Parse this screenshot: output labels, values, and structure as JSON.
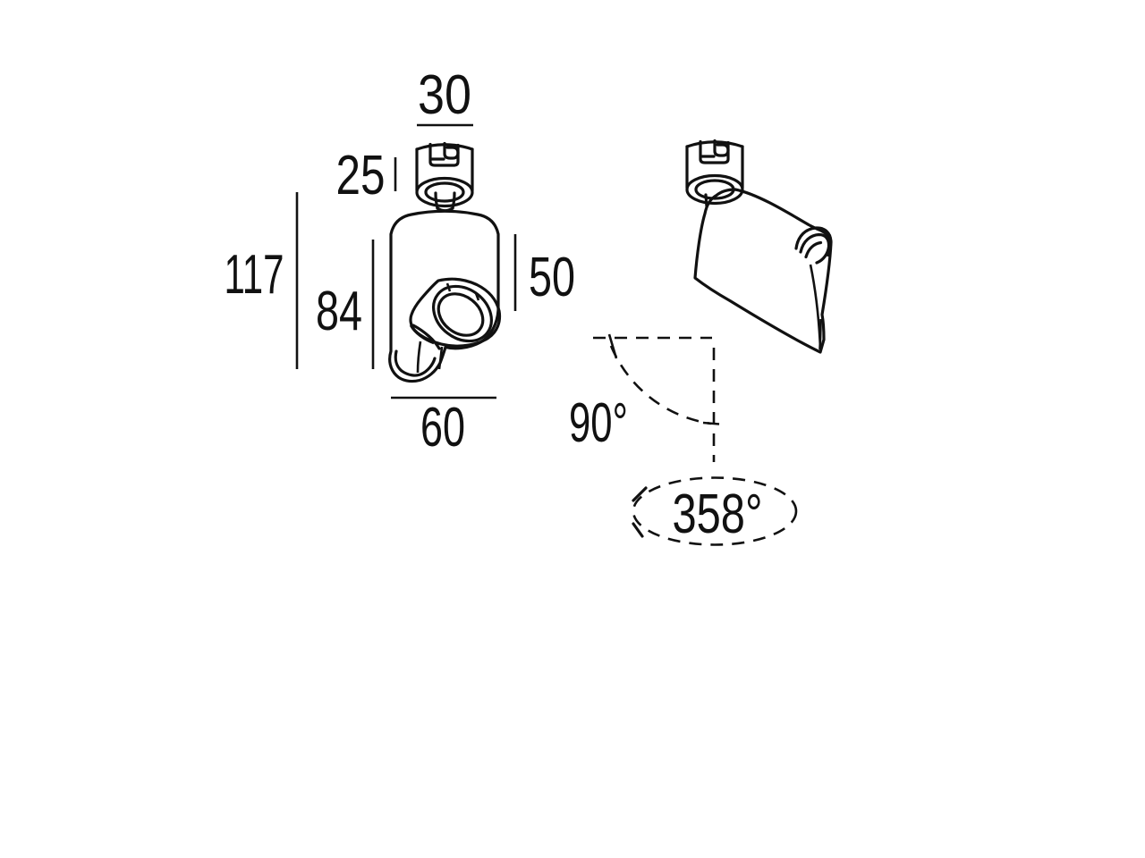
{
  "drawing": {
    "background_color": "#ffffff",
    "line_color": "#111111",
    "front_view": {
      "dimensions": {
        "adapter_width": "30",
        "adapter_height": "25",
        "overall_height": "117",
        "body_height": "84",
        "head_height": "50",
        "body_diameter": "60"
      }
    },
    "side_view": {
      "angles": {
        "tilt": "90°",
        "rotation": "358°"
      }
    }
  }
}
